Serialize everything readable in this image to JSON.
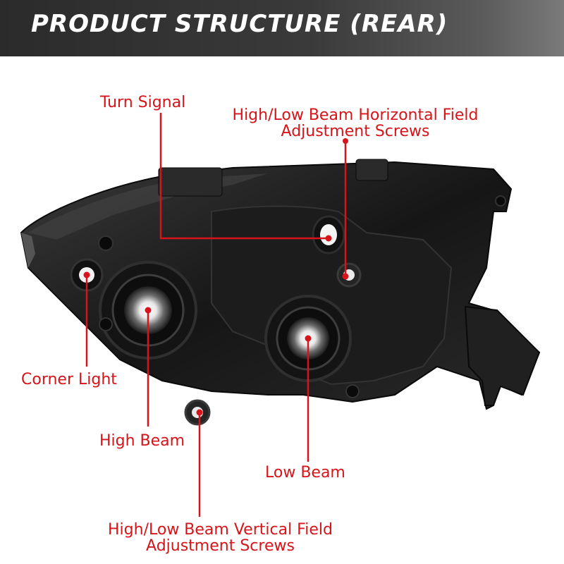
{
  "header": {
    "title": "PRODUCT STRUCTURE (REAR)"
  },
  "labels": {
    "turn_signal": "Turn Signal",
    "horizontal_screws_line1": "High/Low Beam Horizontal Field",
    "horizontal_screws_line2": "Adjustment Screws",
    "corner_light": "Corner Light",
    "high_beam": "High Beam",
    "low_beam": "Low Beam",
    "vertical_screws_line1": "High/Low Beam Vertical Field",
    "vertical_screws_line2": "Adjustment Screws"
  },
  "colors": {
    "accent": "#d7141a",
    "header_bg": "#333333",
    "housing": "#1a1a1a"
  }
}
